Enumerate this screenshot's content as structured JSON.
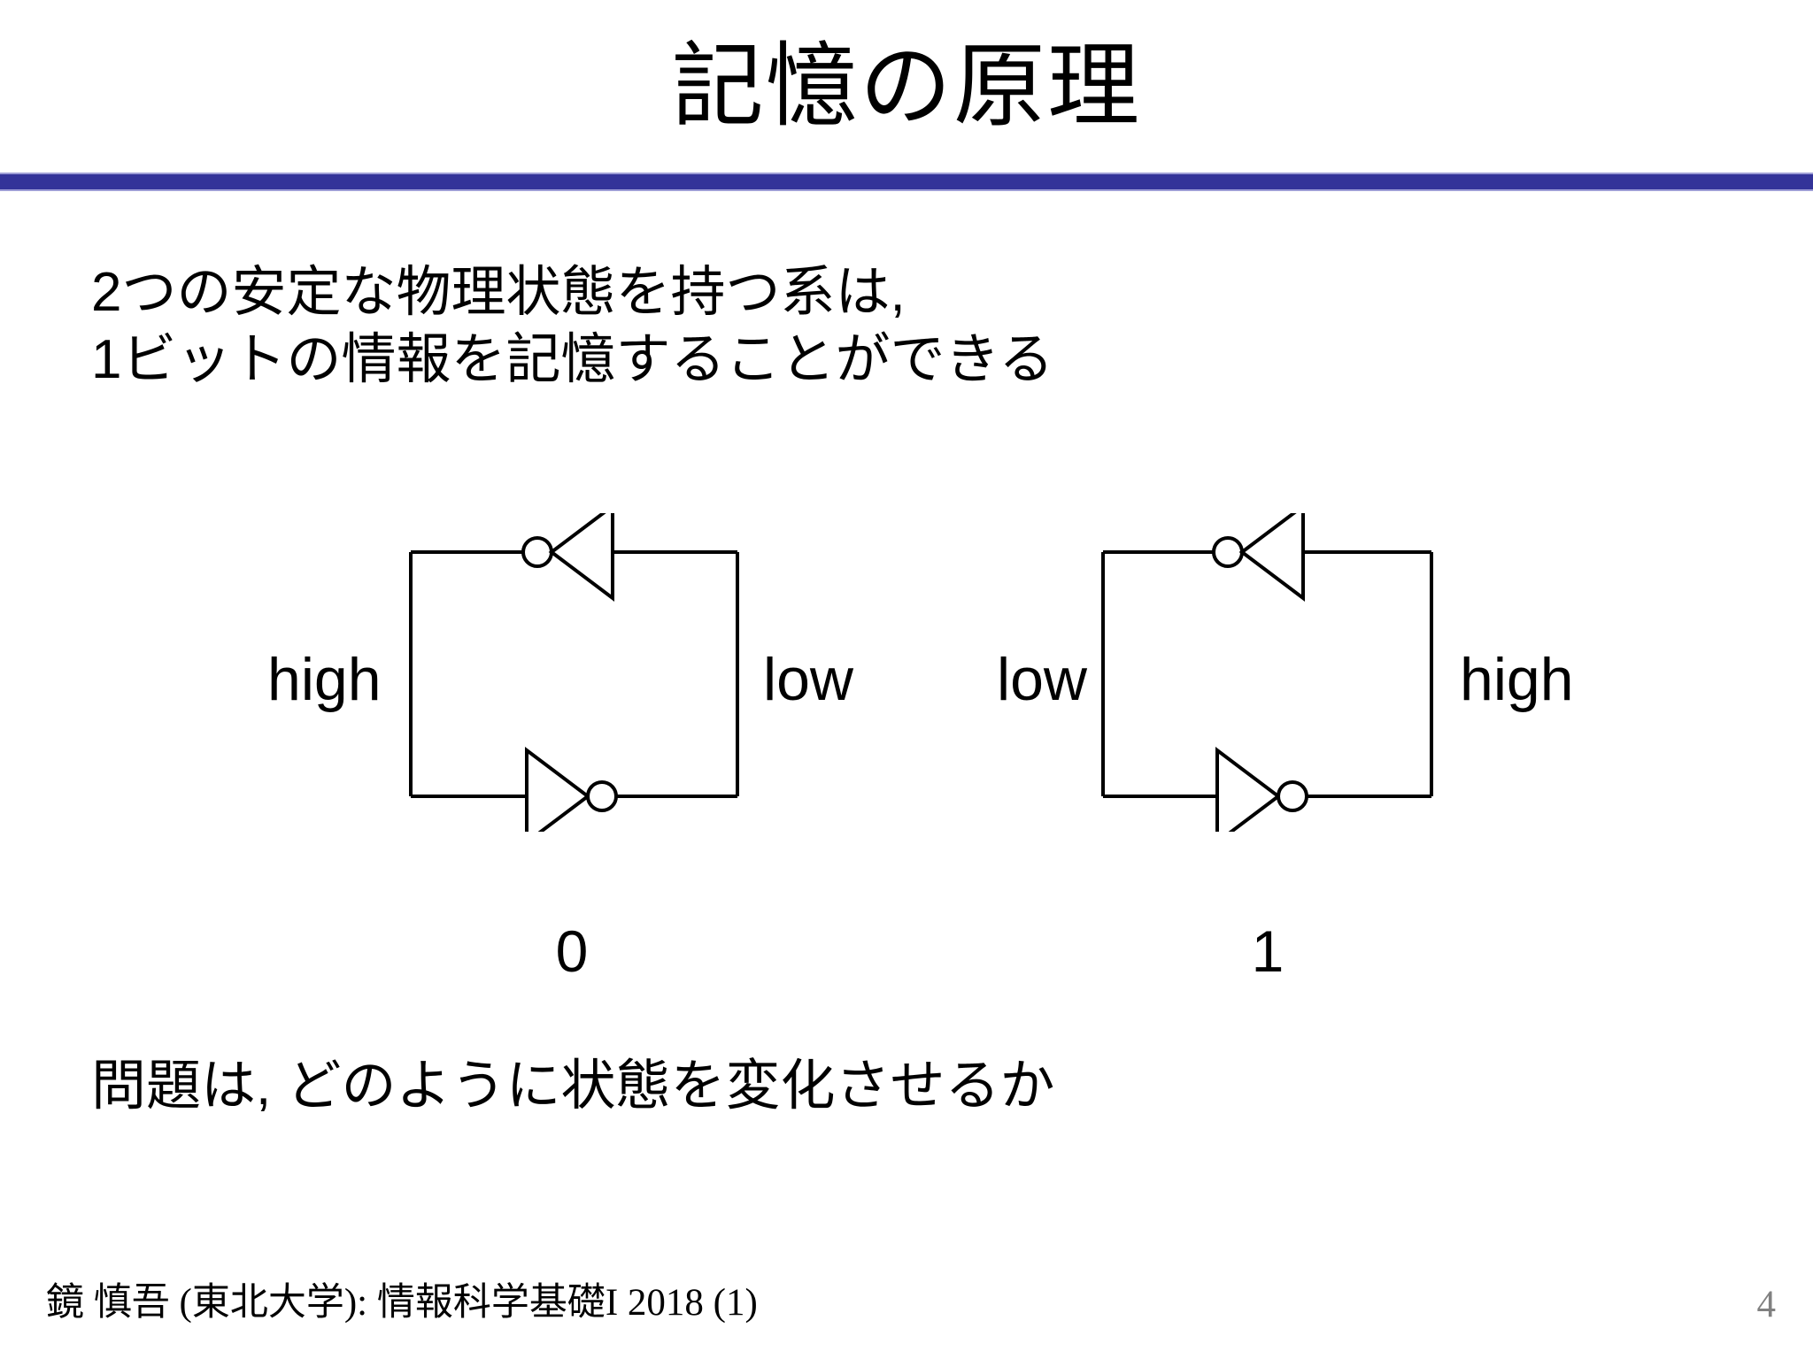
{
  "slide": {
    "title": "記憶の原理",
    "page_number": "4",
    "accent_color": "#333399",
    "accent_edge_color": "#9E9ED6",
    "background_color": "#FFFFFF",
    "text_color": "#000000",
    "page_number_color": "#808080"
  },
  "body": {
    "intro_text": "2つの安定な物理状態を持つ系は,\n1ビットの情報を記憶することができる",
    "question_text": "問題は, どのように状態を変化させるか"
  },
  "diagrams": {
    "left": {
      "name": "bistable-latch-state-0",
      "left_label": "high",
      "right_label": "low",
      "state_value": "0",
      "top_inverter_direction": "right-to-left",
      "bottom_inverter_direction": "left-to-right"
    },
    "right": {
      "name": "bistable-latch-state-1",
      "left_label": "low",
      "right_label": "high",
      "state_value": "1",
      "top_inverter_direction": "right-to-left",
      "bottom_inverter_direction": "left-to-right"
    }
  },
  "footer": {
    "credit": "鏡 慎吾 (東北大学): 情報科学基礎I 2018 (1)"
  }
}
